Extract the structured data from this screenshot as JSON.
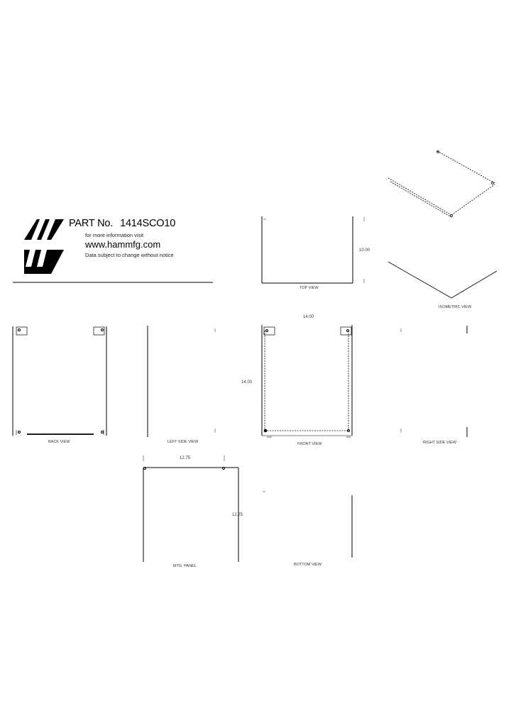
{
  "header": {
    "part_label": "PART No.",
    "part_number": "1414SCO10",
    "info_text": "for more information visit",
    "website": "www.hammfg.com",
    "notice": "Data subject to change without notice"
  },
  "logo": {
    "name": "hammond-logo-icon",
    "color": "#000000"
  },
  "views": {
    "top": "TOP VIEW",
    "isometric": "ISOMETRIC VIEW",
    "back": "BACK VIEW",
    "left_side": "LEFT SIDE VIEW",
    "front": "FRONT VIEW",
    "right_side": "RIGHT SIDE VIEW",
    "mounting": "MTG. PANEL",
    "bottom": "BOTTOM VIEW"
  },
  "dimensions": {
    "top_depth": "10.00",
    "front_width": "14.00",
    "front_height": "14.00",
    "panel_width": "12.75",
    "panel_height": "12.75"
  },
  "colors": {
    "line": "#000000",
    "faint": "#8a8a8a"
  }
}
